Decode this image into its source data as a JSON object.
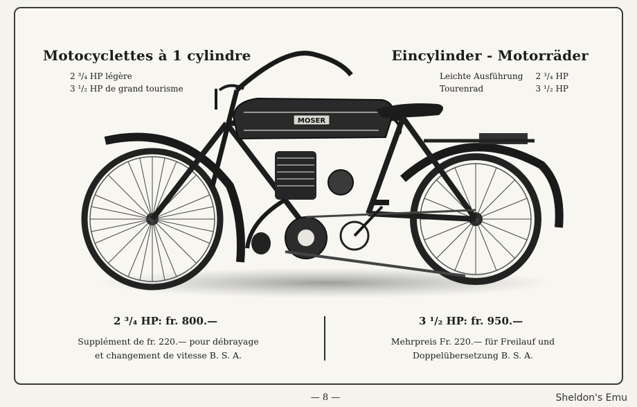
{
  "header": {
    "left_title": "Motocyclettes à 1 cylindre",
    "right_title": "Eincylinder - Motorräder"
  },
  "specs_left": [
    "2 ³/₄ HP légère",
    "3 ¹/₂ HP de grand tourisme"
  ],
  "specs_right": [
    {
      "label": "Leichte Ausführung",
      "value": "2 ³/₄ HP"
    },
    {
      "label": "Tourenrad",
      "value": "3 ¹/₂ HP"
    }
  ],
  "tank_label": "MOSER",
  "prices": {
    "left": "2 ³/₄ HP: fr. 800.—",
    "right": "3 ¹/₂ HP: fr. 950.—"
  },
  "notes": {
    "left_line1": "Supplément de fr. 220.— pour débrayage",
    "left_line2": "et changement de vitesse B. S. A.",
    "right_line1": "Mehrpreis Fr. 220.— für Freilauf und",
    "right_line2": "Doppelübersetzung B. S. A."
  },
  "page_number": "— 8 —",
  "watermark": "Sheldon's Emu"
}
